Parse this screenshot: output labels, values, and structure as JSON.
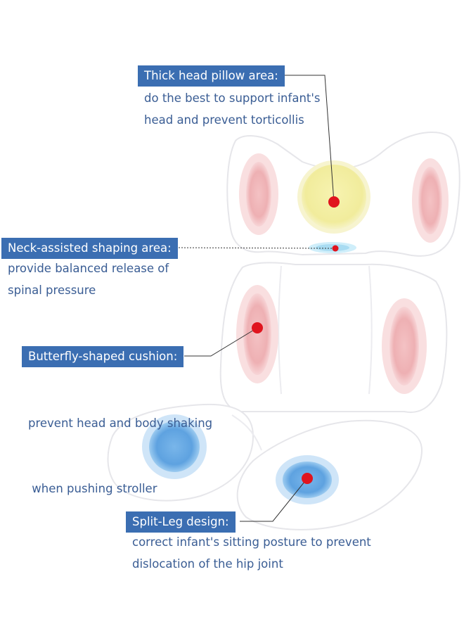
{
  "callouts": [
    {
      "id": "head-pillow",
      "label": "Thick head pillow area:",
      "lines": [
        "do the best to support infant's",
        "head and prevent torticollis"
      ]
    },
    {
      "id": "neck",
      "label": "Neck-assisted shaping area:",
      "lines": [
        "provide balanced release of",
        "spinal pressure"
      ]
    },
    {
      "id": "butterfly",
      "label": "Butterfly-shaped cushion:",
      "lines": [
        "prevent head and body shaking",
        " when pushing stroller"
      ]
    },
    {
      "id": "split-leg",
      "label": "Split-Leg design:",
      "lines": [
        "correct infant's sitting posture to prevent",
        "dislocation of the hip joint"
      ]
    }
  ],
  "colors": {
    "label_bg": "#3b6eb2",
    "desc_text": "#3a5d94",
    "marker": "#e0141e",
    "head_zone": "#f3efa5",
    "side_zone": "#efaeb0",
    "leg_zone": "#5fa6e3",
    "neck_zone": "#a9dcf2"
  }
}
